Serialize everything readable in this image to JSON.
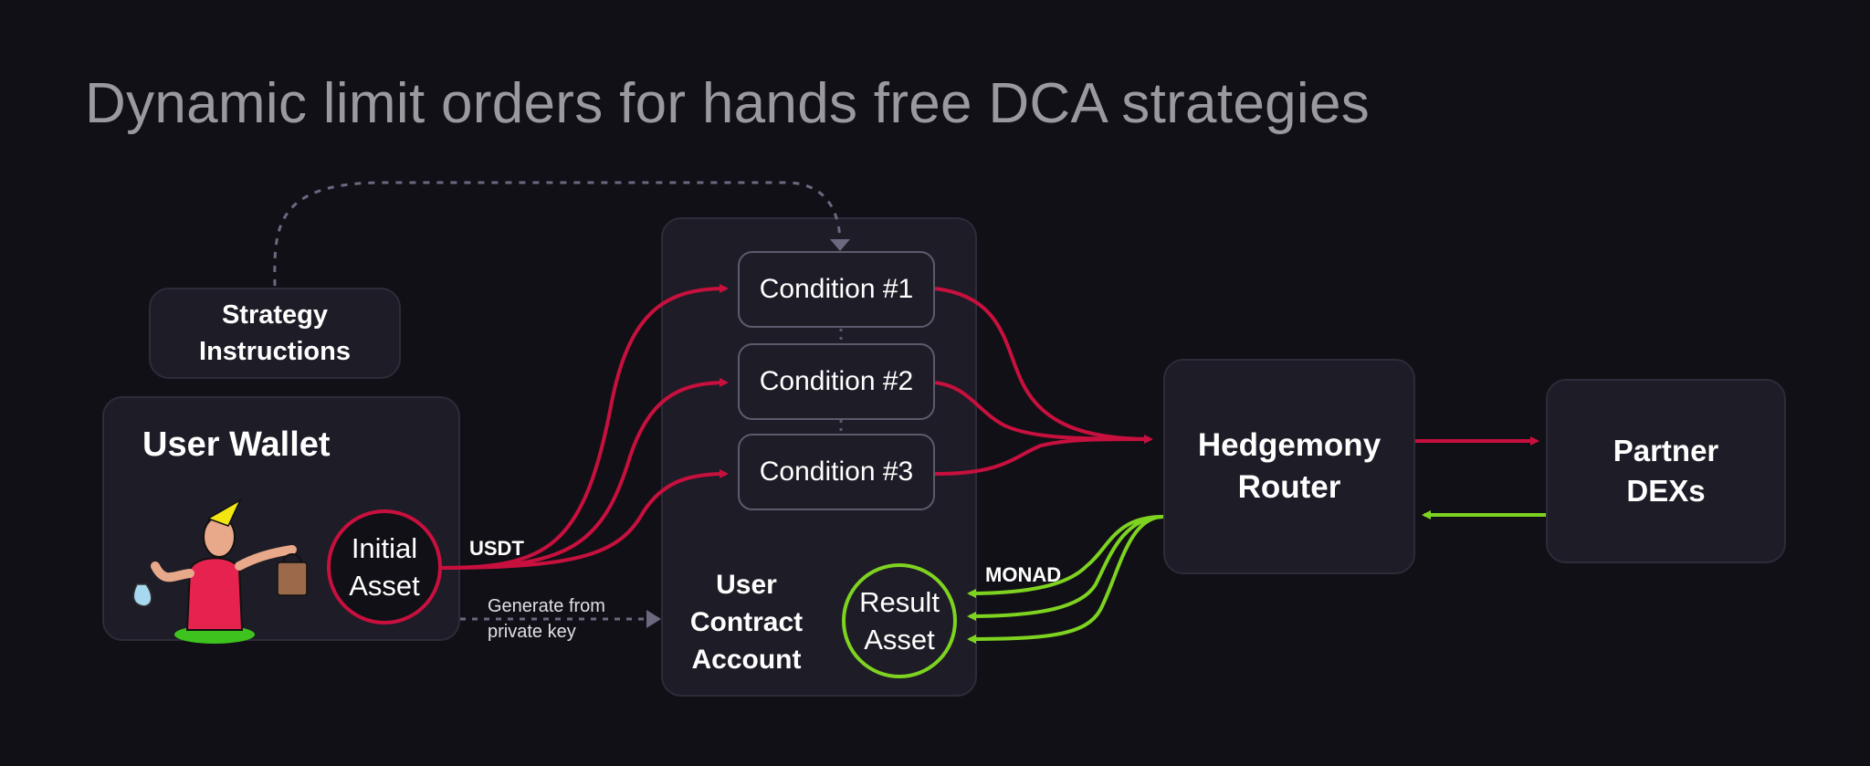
{
  "title": "Dynamic limit orders for hands free DCA strategies",
  "colors": {
    "background": "#111016",
    "box": "#1e1c26",
    "red_flow": "#c8103f",
    "green_flow": "#7ed321",
    "dotted": "#6b6880"
  },
  "nodes": {
    "strategy": {
      "line1": "Strategy",
      "line2": "Instructions"
    },
    "wallet": {
      "title": "User Wallet",
      "asset_line1": "Initial",
      "asset_line2": "Asset",
      "illustration": "wojak-trader-illustration"
    },
    "contract": {
      "conditions": [
        "Condition #1",
        "Condition #2",
        "Condition #3"
      ],
      "line1": "User",
      "line2": "Contract",
      "line3": "Account",
      "result_line1": "Result",
      "result_line2": "Asset"
    },
    "router": {
      "line1": "Hedgemony",
      "line2": "Router"
    },
    "dexs": {
      "line1": "Partner",
      "line2": "DEXs"
    }
  },
  "edge_labels": {
    "usdt": "USDT",
    "monad": "MONAD",
    "generate_line1": "Generate from",
    "generate_line2": "private key"
  }
}
